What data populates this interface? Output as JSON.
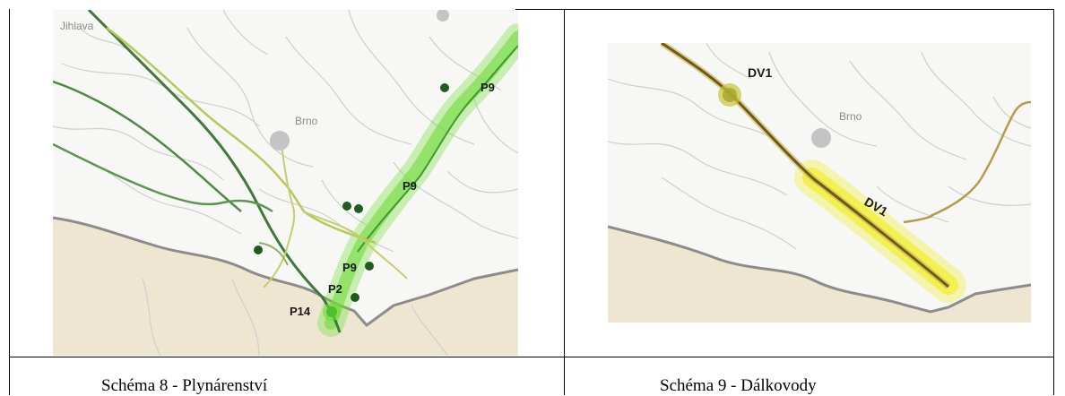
{
  "left_panel": {
    "city_labels": {
      "jihlava": "Jihlava",
      "brno": "Brno"
    },
    "pipeline_labels": {
      "p9_top": "P9",
      "p9_mid": "P9",
      "p9_low": "P9",
      "p2": "P2",
      "p14": "P14"
    },
    "caption": "Schéma 8 - Plynárenství"
  },
  "right_panel": {
    "city_labels": {
      "brno": "Brno"
    },
    "line_labels": {
      "dv1_top": "DV1",
      "dv1_mid": "DV1"
    },
    "caption": "Schéma 9 - Dálkovody"
  },
  "colors": {
    "highlight_green": "#6fdc3a",
    "highlight_yellow": "#f2ee2a",
    "gas_line_dark": "#3f7a3a",
    "gas_line_light": "#b9c85a",
    "oil_line": "#6b5a1a",
    "border_gray": "#8c8c8c",
    "land_beige": "#efe6d2",
    "city_dot": "#c4c4c4"
  }
}
